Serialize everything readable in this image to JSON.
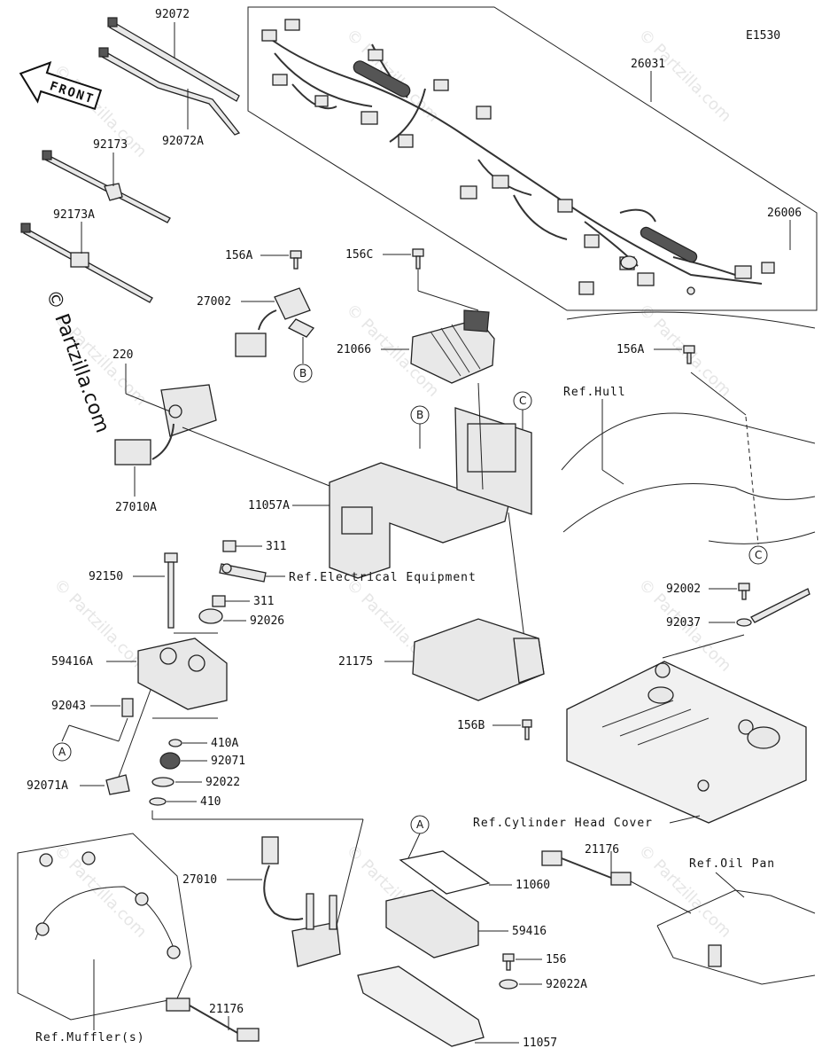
{
  "diagram_code": "E1530",
  "watermark": "© Partzilla.com",
  "front_label": "FRONT",
  "parts": {
    "p92072": "92072",
    "p92072A": "92072A",
    "p92173": "92173",
    "p92173A": "92173A",
    "p26031": "26031",
    "p26006": "26006",
    "p156A_top": "156A",
    "p156C": "156C",
    "p27002": "27002",
    "p21066": "21066",
    "p220": "220",
    "p27010A": "27010A",
    "p11057A": "11057A",
    "p156A_right": "156A",
    "p311_top": "311",
    "p311_bot": "311",
    "p92150": "92150",
    "p92026": "92026",
    "p59416A": "59416A",
    "p92043": "92043",
    "p410A": "410A",
    "p92071": "92071",
    "p92071A": "92071A",
    "p92022": "92022",
    "p410": "410",
    "p21175": "21175",
    "p156B": "156B",
    "p92002": "92002",
    "p92037": "92037",
    "p27010": "27010",
    "p11060": "11060",
    "p59416": "59416",
    "p156": "156",
    "p92022A": "92022A",
    "p11057": "11057",
    "p21176_right": "21176",
    "p21176_bottom": "21176"
  },
  "refs": {
    "electrical": "Ref.Electrical Equipment",
    "hull": "Ref.Hull",
    "cylinder_head": "Ref.Cylinder Head Cover",
    "oil_pan": "Ref.Oil Pan",
    "muffler": "Ref.Muffler(s)"
  },
  "callouts": {
    "A": "A",
    "B": "B",
    "C": "C"
  }
}
